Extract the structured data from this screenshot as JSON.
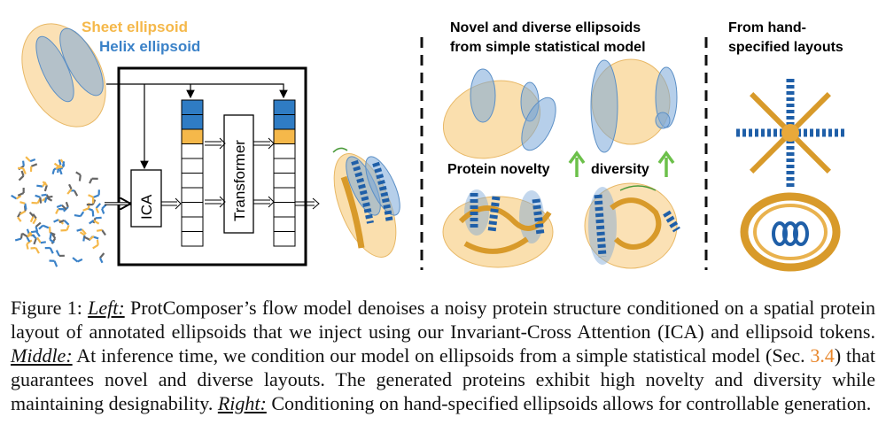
{
  "left": {
    "legend_sheet": "Sheet ellipsoid",
    "legend_helix": "Helix ellipsoid",
    "ica_label": "ICA",
    "transformer_label": "Transformer"
  },
  "middle": {
    "title_line1": "Novel and diverse ellipsoids",
    "title_line2": "from simple statistical model",
    "novelty_label": "Protein novelty",
    "diversity_label": "diversity"
  },
  "right": {
    "title_line1": "From hand-",
    "title_line2": "specified layouts"
  },
  "caption": {
    "fig_label": "Figure 1:",
    "left_head": "Left:",
    "left_text": "ProtComposer’s flow model denoises a noisy protein structure conditioned on a spatial protein layout of annotated ellipsoids that we inject using our Invariant-Cross Attention (ICA) and ellipsoid tokens.",
    "middle_head": "Middle:",
    "middle_text_a": "At inference time, we condition our model on ellipsoids from a simple statistical model (Sec.",
    "section_ref": "3.4",
    "middle_text_b": ") that guarantees novel and diverse layouts. The generated proteins exhibit high novelty and diversity while maintaining designability.",
    "right_head": "Right:",
    "right_text": "Conditioning on hand-specified ellipsoids allows for controllable generation."
  },
  "colors": {
    "sheet": "#f5b84a",
    "helix": "#3b82c8",
    "arrow_up": "#6cc04a",
    "ref": "#e8862a"
  }
}
